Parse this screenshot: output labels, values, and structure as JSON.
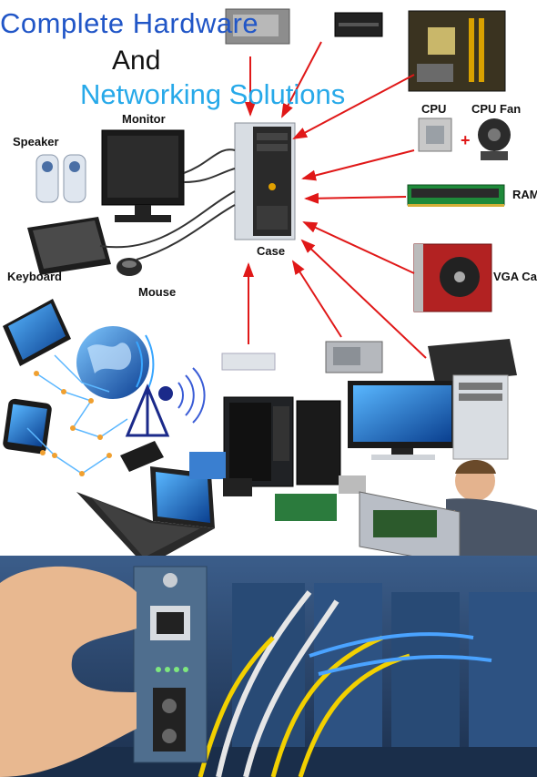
{
  "title": {
    "line1": "Complete Hardware",
    "line2": "And",
    "line3": "Networking Solutions"
  },
  "labels": {
    "monitor": "Monitor",
    "speaker": "Speaker",
    "keyboard": "Keyboard",
    "mouse": "Mouse",
    "case": "Case",
    "cpu": "CPU",
    "cpu_fan": "CPU Fan",
    "ram": "RAM",
    "vga": "VGA Car"
  },
  "colors": {
    "title_blue": "#2156c7",
    "title_cyan": "#27a9e9",
    "arrow_red": "#e01818"
  }
}
